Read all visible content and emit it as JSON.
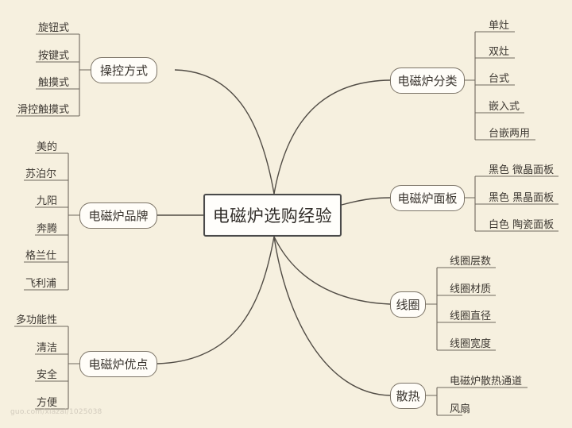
{
  "center": {
    "label": "电磁炉选购经验"
  },
  "branches": {
    "control": {
      "label": "操控方式",
      "items": [
        "旋钮式",
        "按键式",
        "触摸式",
        "滑控触摸式"
      ]
    },
    "brand": {
      "label": "电磁炉品牌",
      "items": [
        "美的",
        "苏泊尔",
        "九阳",
        "奔腾",
        "格兰仕",
        "飞利浦"
      ]
    },
    "advantage": {
      "label": "电磁炉优点",
      "items": [
        "多功能性",
        "清洁",
        "安全",
        "方便"
      ]
    },
    "category": {
      "label": "电磁炉分类",
      "items": [
        "单灶",
        "双灶",
        "台式",
        "嵌入式",
        "台嵌两用"
      ]
    },
    "panel": {
      "label": "电磁炉面板",
      "items": [
        "黑色 微晶面板",
        "黑色 黑晶面板",
        "白色 陶瓷面板"
      ]
    },
    "coil": {
      "label": "线圈",
      "items": [
        "线圈层数",
        "线圈材质",
        "线圈直径",
        "线圈宽度"
      ]
    },
    "heat": {
      "label": "散热",
      "items": [
        "电磁炉散热通道",
        "风扇"
      ]
    }
  },
  "watermark": "guo.com/xiazai/1025038"
}
